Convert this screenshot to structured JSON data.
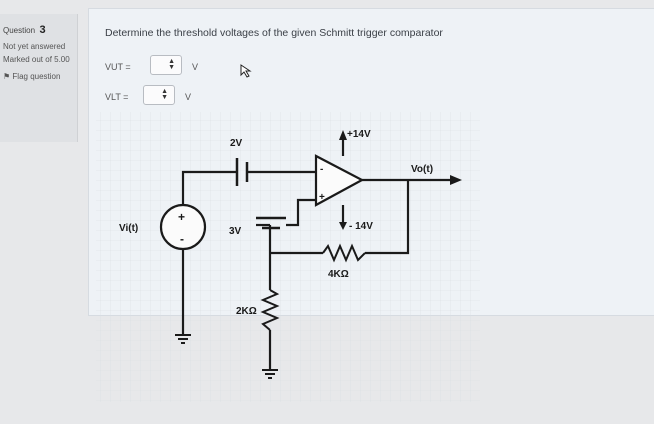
{
  "question_info": {
    "question_label": "Question",
    "question_number": "3",
    "status": "Not yet answered",
    "marks": "Marked out of 5.00",
    "flag": "Flag question"
  },
  "question": {
    "text": "Determine the threshold voltages of the given Schmitt trigger comparator",
    "vut_label": "VUT =",
    "vlt_label": "VLT =",
    "vut_unit": "V",
    "vlt_unit": "V",
    "vut_value": "",
    "vlt_value": ""
  },
  "circuit": {
    "source_label": "Vi(t)",
    "cap_2v_label": "2V",
    "cap_3v_label": "3V",
    "vplus_label": "+14V",
    "vminus_label": "- 14V",
    "output_label": "Vo(t)",
    "r_feedback_label": "4KΩ",
    "r_ground_label": "2KΩ",
    "opamp_minus": "-",
    "opamp_plus": "+",
    "source_plus": "+",
    "source_minus": "-"
  }
}
